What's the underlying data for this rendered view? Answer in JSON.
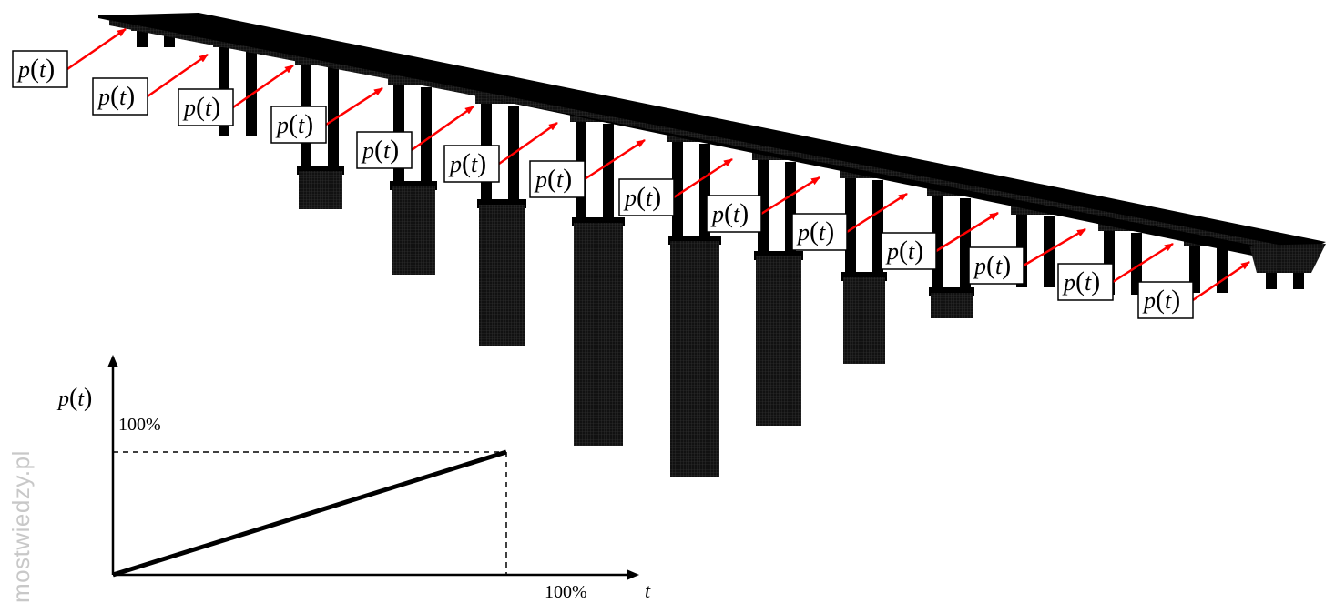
{
  "watermark": "mostwiedzy.pl",
  "load_label_base": "p",
  "load_label_arg": "t",
  "colors": {
    "structure": "#000000",
    "arrow": "#ff0000",
    "label_border": "#000000",
    "watermark": "#c8c8c8"
  },
  "load_diagram": {
    "y_axis_label_base": "p",
    "y_axis_label_arg": "t",
    "x_axis_label": "t",
    "y_max_label": "100%",
    "x_max_label": "100%"
  }
}
